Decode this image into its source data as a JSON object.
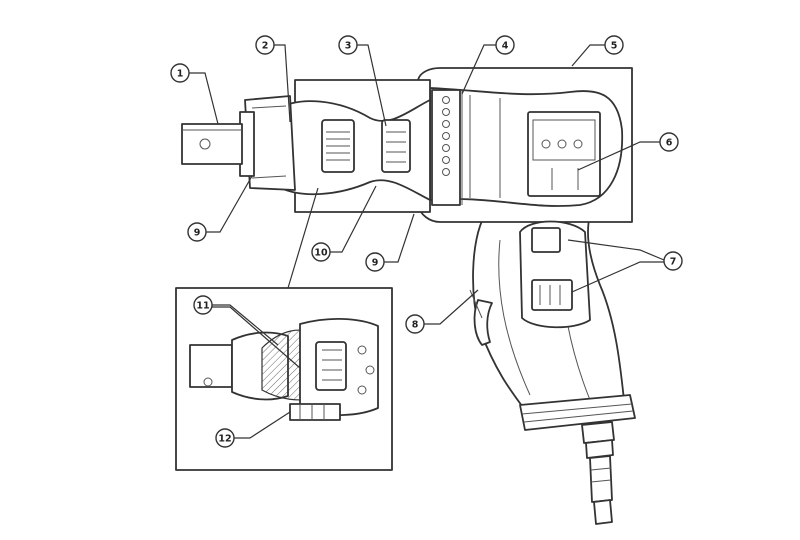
{
  "callouts": [
    {
      "label": "1"
    },
    {
      "label": "2"
    },
    {
      "label": "3"
    },
    {
      "label": "4"
    },
    {
      "label": "5"
    },
    {
      "label": "6"
    },
    {
      "label": "7"
    },
    {
      "label": "8"
    },
    {
      "label": "9"
    },
    {
      "label": "9"
    },
    {
      "label": "10"
    },
    {
      "label": "11"
    },
    {
      "label": "12"
    }
  ]
}
